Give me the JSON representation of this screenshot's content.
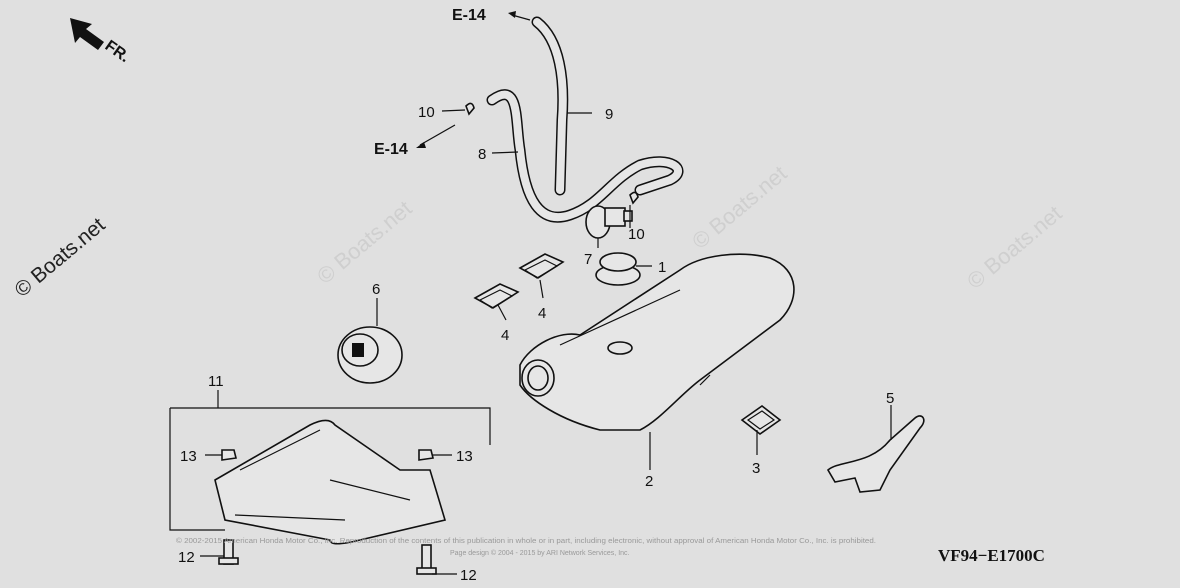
{
  "diagram": {
    "direction_label": "FR.",
    "references": [
      {
        "label": "E-14",
        "where": "top"
      },
      {
        "label": "E-14",
        "where": "left"
      }
    ],
    "callouts": [
      "1",
      "2",
      "3",
      "4",
      "4",
      "5",
      "6",
      "7",
      "8",
      "9",
      "10",
      "10",
      "11",
      "12",
      "12",
      "13",
      "13"
    ],
    "diagram_code": "VF94−E1700C",
    "watermark": "© Boats.net",
    "watermark_faint": "© Boats.net",
    "copyright_line1": "© 2002-2015 American Honda Motor Co., Inc. Reproduction of the contents of this publication in whole or in part, including electronic, without approval of American Honda Motor Co., Inc. is prohibited.",
    "copyright_line2": "Page design © 2004 - 2015 by ARI Network Services, Inc."
  }
}
